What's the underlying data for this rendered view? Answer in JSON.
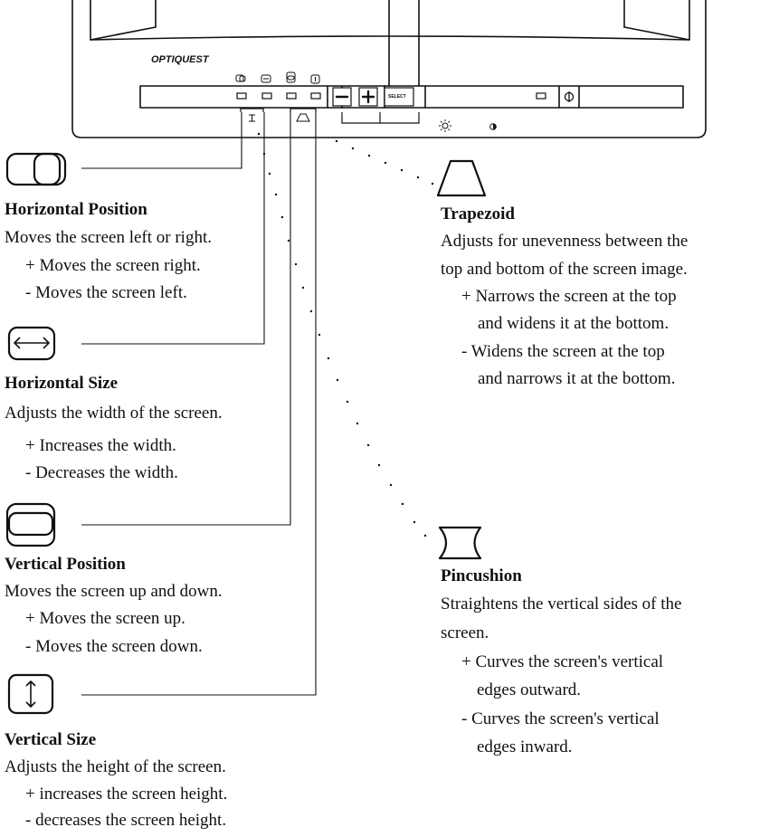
{
  "brand": "OPTIQUEST",
  "select_label": "SELECT",
  "callouts": {
    "horizontal_position": {
      "icon": "horizontal-position-icon",
      "title": "Horizontal Position",
      "description": "Moves the screen left or right.",
      "plus": "+ Moves the screen right.",
      "minus": "- Moves the screen left."
    },
    "horizontal_size": {
      "icon": "horizontal-size-icon",
      "title": "Horizontal Size",
      "description": "Adjusts the width of the screen.",
      "plus": "+ Increases the width.",
      "minus": "- Decreases the width."
    },
    "vertical_position": {
      "icon": "vertical-position-icon",
      "title": "Vertical Position",
      "description": "Moves the screen up and down.",
      "plus": "+ Moves the screen up.",
      "minus": "- Moves the screen down."
    },
    "vertical_size": {
      "icon": "vertical-size-icon",
      "title": "Vertical Size",
      "description": "Adjusts the height of the screen.",
      "plus": "+ increases the screen height.",
      "minus": "- decreases the screen height."
    },
    "trapezoid": {
      "icon": "trapezoid-icon",
      "title": "Trapezoid",
      "description_lines": [
        "Adjusts for unevenness between the",
        "top and bottom of the screen image."
      ],
      "plus_lines": [
        "+ Narrows the screen at the top",
        "and widens it at the bottom."
      ],
      "minus_lines": [
        "- Widens the screen at the top",
        "and narrows it at the bottom."
      ]
    },
    "pincushion": {
      "icon": "pincushion-icon",
      "title": "Pincushion",
      "description_lines": [
        "Straightens the vertical sides of the",
        "screen."
      ],
      "plus_lines": [
        "+ Curves the screen's vertical",
        "edges outward."
      ],
      "minus_lines": [
        "- Curves the screen's vertical",
        "edges inward."
      ]
    }
  }
}
